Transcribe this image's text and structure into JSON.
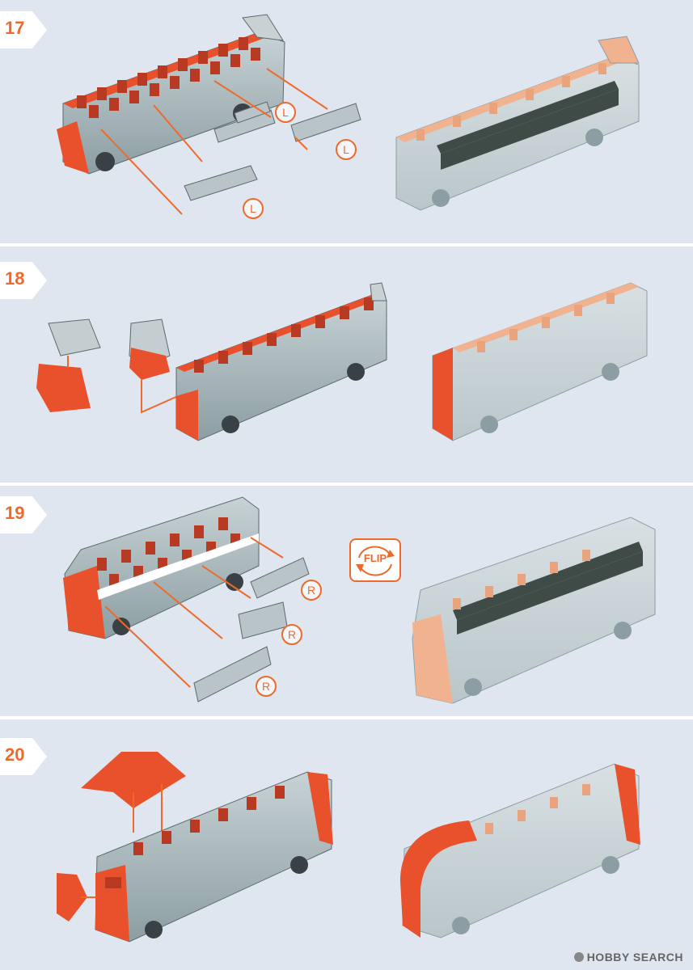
{
  "steps": [
    {
      "number": "17",
      "callouts": [
        "L",
        "L",
        "L"
      ]
    },
    {
      "number": "18",
      "callouts": []
    },
    {
      "number": "19",
      "callouts": [
        "R",
        "R",
        "R"
      ],
      "flip_label": "FLIP"
    },
    {
      "number": "20",
      "callouts": []
    }
  ],
  "watermark": "HOBBY SEARCH",
  "colors": {
    "accent": "#ee6a2c",
    "panel": "#dfe6f0",
    "bus_red": "#e8512b",
    "seat": "#b83a22",
    "glass": "#8fa1a6"
  }
}
